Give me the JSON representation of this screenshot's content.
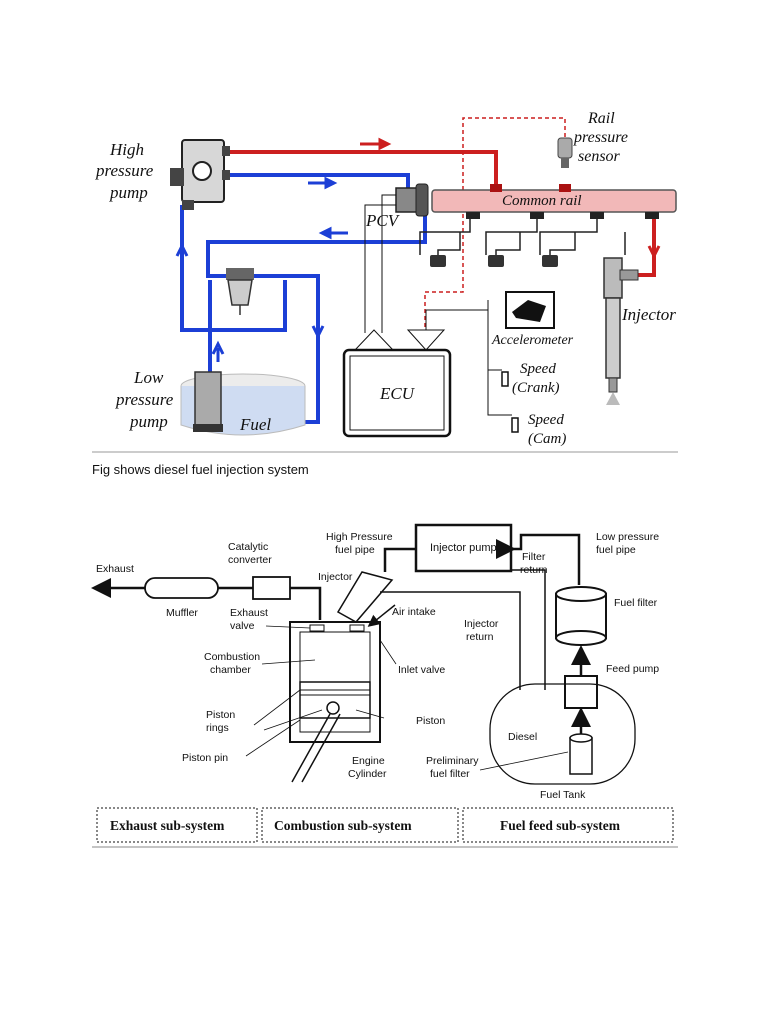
{
  "figure1": {
    "labels": {
      "high_pressure_pump": [
        "High",
        "pressure",
        "pump"
      ],
      "rail_pressure_sensor": [
        "Rail",
        "pressure",
        "sensor"
      ],
      "common_rail": "Common rail",
      "pcv": "PCV",
      "injector": "Injector",
      "accelerometer": "Accelerometer",
      "speed_crank": [
        "Speed",
        "(Crank)"
      ],
      "speed_cam": [
        "Speed",
        "(Cam)"
      ],
      "ecu": "ECU",
      "low_pressure_pump": [
        "Low",
        "pressure",
        "pump"
      ],
      "fuel": "Fuel"
    },
    "colors": {
      "high_pressure": "#cc1f1f",
      "low_pressure": "#1c3fd6"
    }
  },
  "caption": "Fig shows diesel fuel injection system",
  "figure2": {
    "labels": {
      "exhaust": "Exhaust",
      "muffler": "Muffler",
      "catalytic_converter": [
        "Catalytic",
        "converter"
      ],
      "exhaust_valve": [
        "Exhaust",
        "valve"
      ],
      "high_pressure_fuel_pipe": [
        "High Pressure",
        "fuel pipe"
      ],
      "injector": "Injector",
      "injector_pump": "Injector pump",
      "filter_return": [
        "Filter",
        "return"
      ],
      "low_pressure_fuel_pipe": [
        "Low pressure",
        "fuel pipe"
      ],
      "air_intake": "Air intake",
      "injector_return": [
        "Injector",
        "return"
      ],
      "fuel_filter": "Fuel filter",
      "combustion_chamber": [
        "Combustion",
        "chamber"
      ],
      "inlet_valve": "Inlet valve",
      "feed_pump": "Feed pump",
      "piston_rings": [
        "Piston",
        "rings"
      ],
      "piston": "Piston",
      "diesel": "Diesel",
      "piston_pin": "Piston pin",
      "engine_cylinder": [
        "Engine",
        "Cylinder"
      ],
      "preliminary_fuel_filter": [
        "Preliminary",
        "fuel filter"
      ],
      "fuel_tank": "Fuel Tank"
    },
    "subsystems": [
      "Exhaust sub-system",
      "Combustion sub-system",
      "Fuel feed sub-system"
    ]
  }
}
